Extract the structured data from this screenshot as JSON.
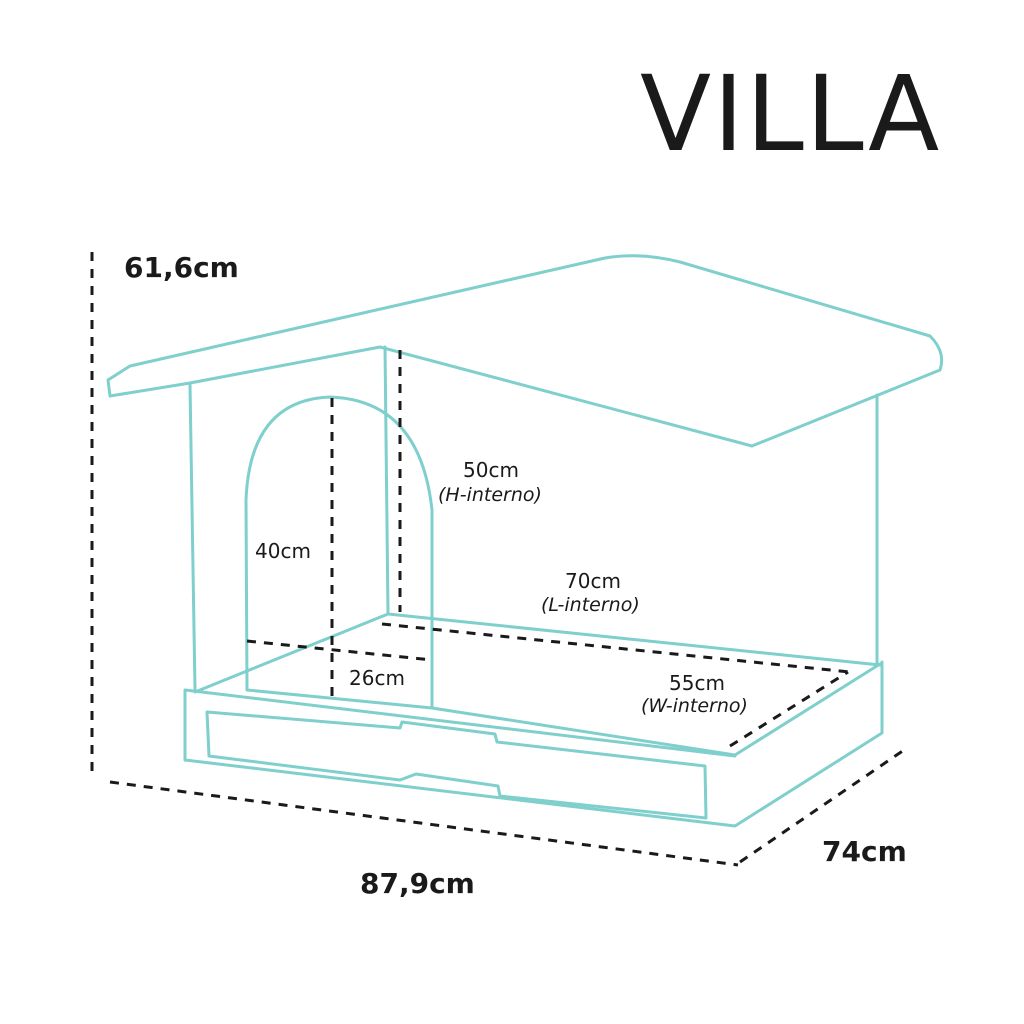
{
  "title": "VILLA",
  "colors": {
    "outline": "#7fcfcc",
    "dimension_lines": "#1a1a1a",
    "text": "#1a1a1a"
  },
  "dimensions": {
    "height_total": "61,6cm",
    "length_total": "87,9cm",
    "depth_total": "74cm",
    "height_inner": {
      "value": "50cm",
      "label": "(H-interno)"
    },
    "length_inner": {
      "value": "70cm",
      "label": "(L-interno)"
    },
    "width_inner": {
      "value": "55cm",
      "label": "(W-interno)"
    },
    "door_height": "40cm",
    "door_width": "26cm"
  }
}
